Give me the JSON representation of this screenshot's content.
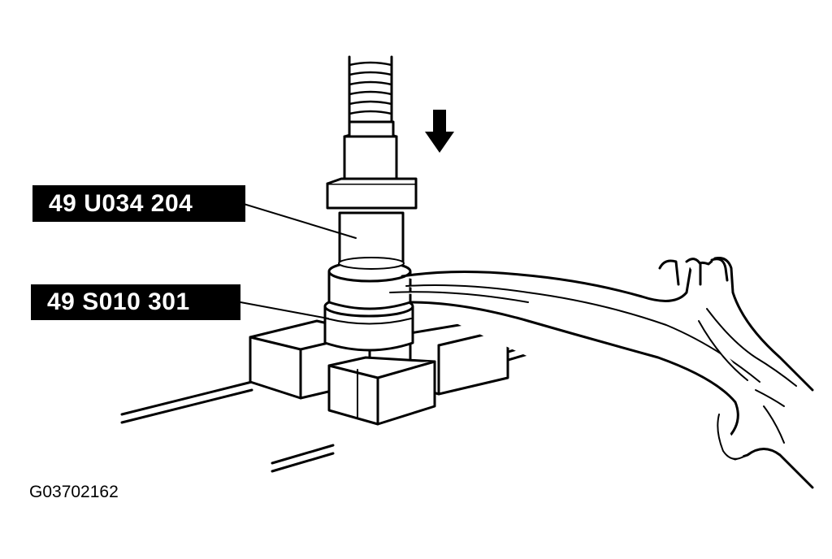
{
  "diagram": {
    "callouts": [
      {
        "id": "upper",
        "text": "49 U034 204"
      },
      {
        "id": "lower",
        "text": "49 S010 301"
      }
    ],
    "figure_code": "G03702162",
    "icons": [
      "press-direction-arrow-icon"
    ],
    "colors": {
      "ink": "#000000",
      "paper": "#ffffff",
      "label_bg": "#000000",
      "label_text": "#ffffff"
    }
  }
}
